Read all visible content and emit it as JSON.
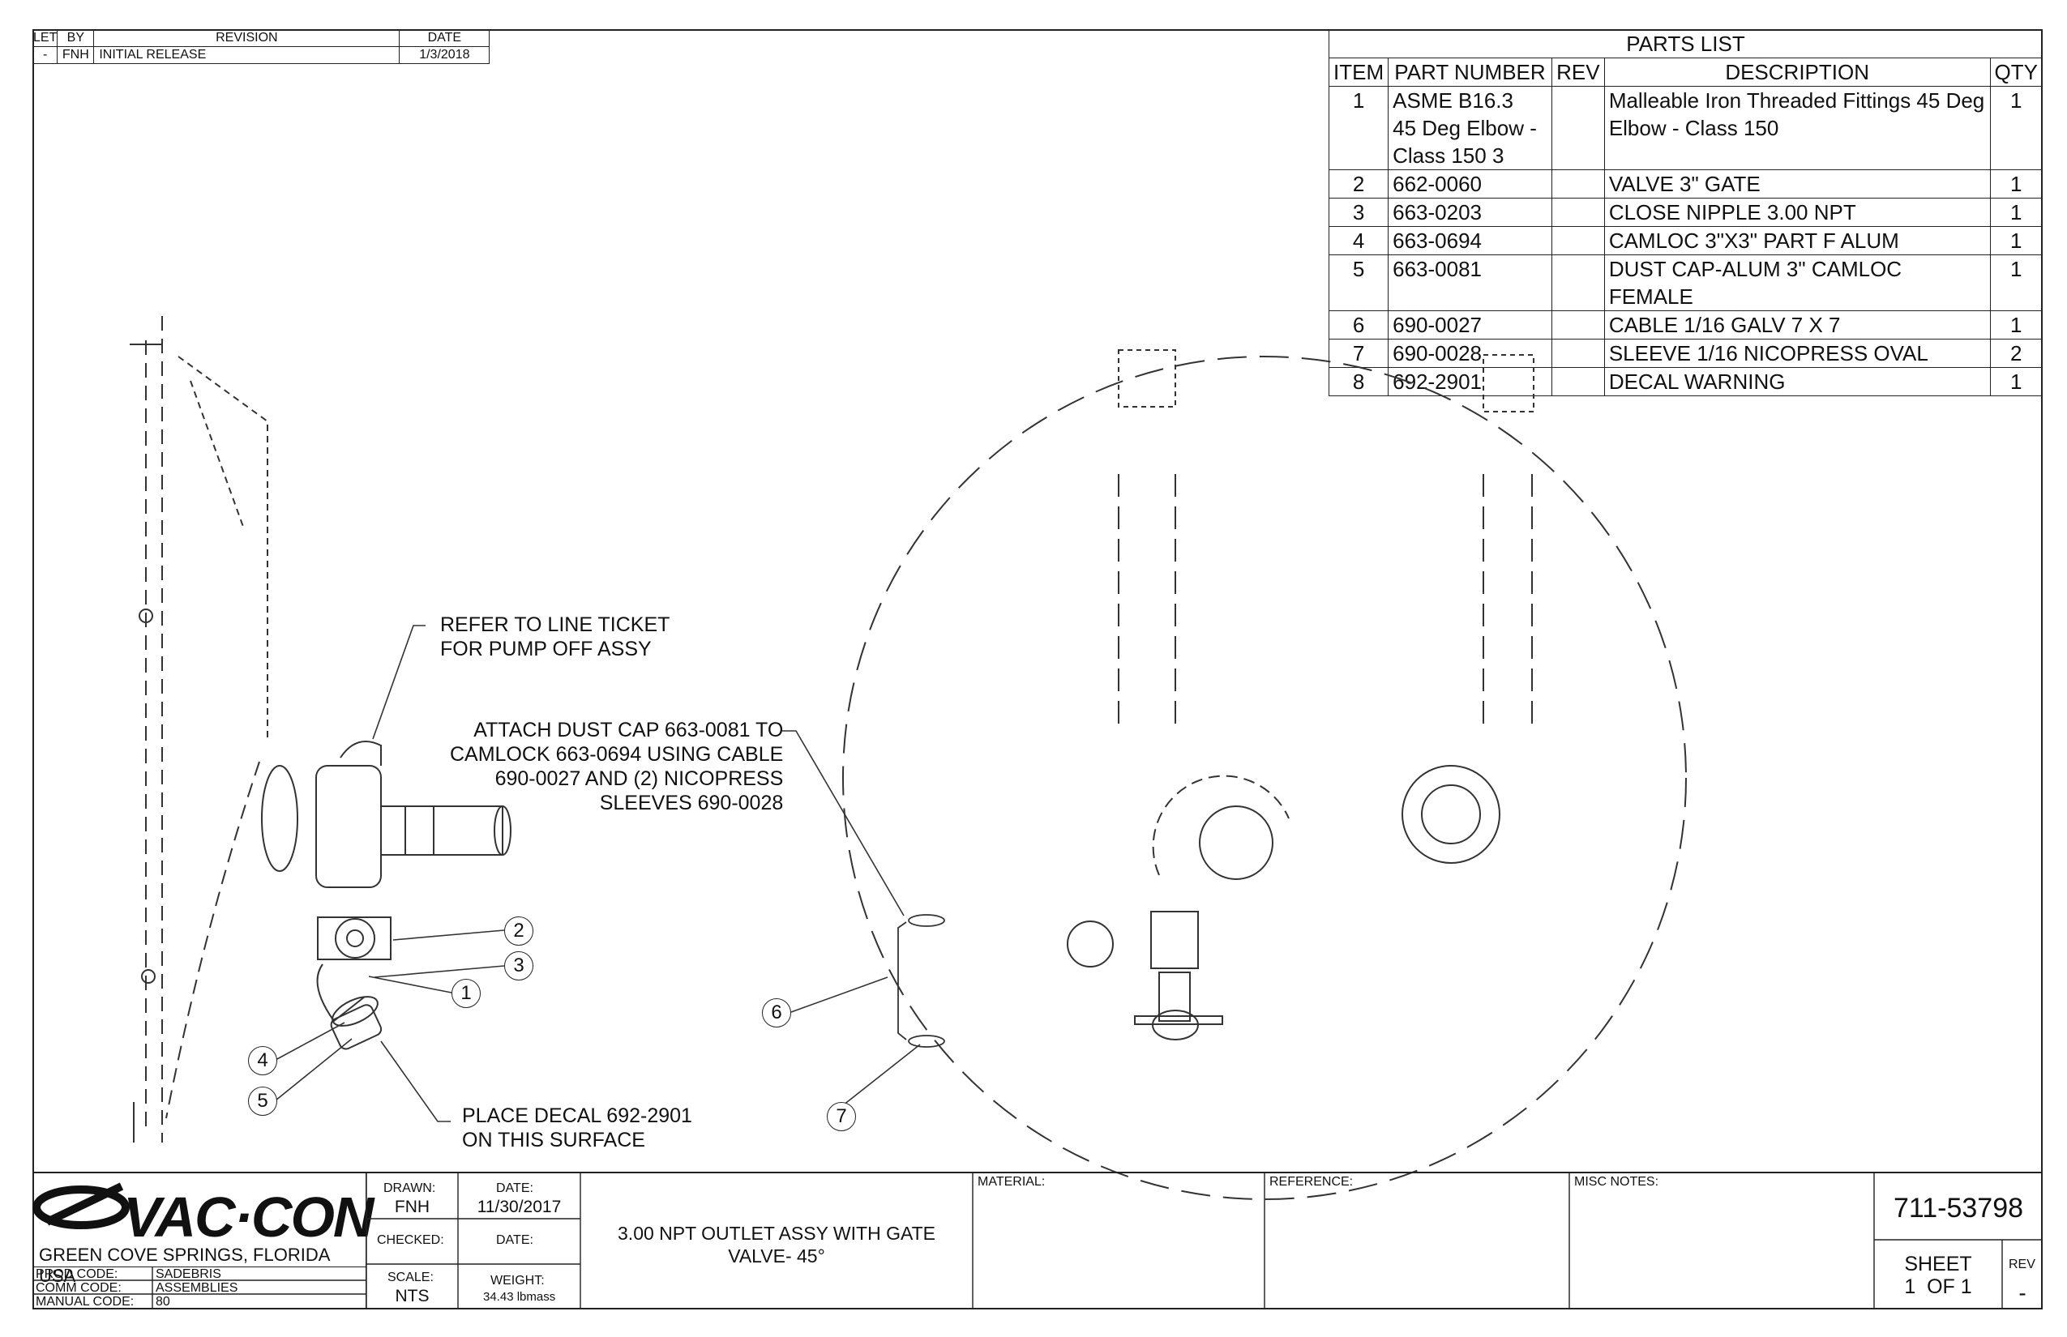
{
  "revision_block": {
    "headers": [
      "LET",
      "BY",
      "REVISION",
      "DATE"
    ],
    "rows": [
      [
        "-",
        "FNH",
        "INITIAL RELEASE",
        "1/3/2018"
      ]
    ]
  },
  "parts_list": {
    "title": "PARTS LIST",
    "headers": [
      "ITEM",
      "PART NUMBER",
      "REV",
      "DESCRIPTION",
      "QTY"
    ],
    "rows": [
      {
        "item": "1",
        "part": [
          "ASME B16.3",
          "45 Deg Elbow -",
          "Class 150 3"
        ],
        "rev": "",
        "desc": [
          "Malleable Iron Threaded Fittings 45 Deg",
          "Elbow - Class 150"
        ],
        "qty": "1"
      },
      {
        "item": "2",
        "part": [
          "662-0060"
        ],
        "rev": "",
        "desc": [
          "VALVE 3\" GATE"
        ],
        "qty": "1"
      },
      {
        "item": "3",
        "part": [
          "663-0203"
        ],
        "rev": "",
        "desc": [
          "CLOSE NIPPLE 3.00 NPT"
        ],
        "qty": "1"
      },
      {
        "item": "4",
        "part": [
          "663-0694"
        ],
        "rev": "",
        "desc": [
          "CAMLOC 3\"X3\" PART F ALUM"
        ],
        "qty": "1"
      },
      {
        "item": "5",
        "part": [
          "663-0081"
        ],
        "rev": "",
        "desc": [
          "DUST CAP-ALUM 3\" CAMLOC FEMALE"
        ],
        "qty": "1"
      },
      {
        "item": "6",
        "part": [
          "690-0027"
        ],
        "rev": "",
        "desc": [
          "CABLE 1/16 GALV 7 X 7"
        ],
        "qty": "1"
      },
      {
        "item": "7",
        "part": [
          "690-0028"
        ],
        "rev": "",
        "desc": [
          "SLEEVE 1/16 NICOPRESS OVAL"
        ],
        "qty": "2"
      },
      {
        "item": "8",
        "part": [
          "692-2901"
        ],
        "rev": "",
        "desc": [
          "DECAL WARNING"
        ],
        "qty": "1"
      }
    ]
  },
  "notes": {
    "line_ticket": [
      "REFER TO LINE TICKET",
      "FOR PUMP OFF ASSY"
    ],
    "dust_cap": [
      "ATTACH DUST CAP 663-0081 TO",
      "CAMLOCK 663-0694 USING CABLE",
      "690-0027 AND (2) NICOPRESS",
      "SLEEVES 690-0028"
    ],
    "decal": [
      "PLACE DECAL 692-2901",
      "ON THIS SURFACE"
    ]
  },
  "balloons": [
    "1",
    "2",
    "3",
    "4",
    "5",
    "6",
    "7"
  ],
  "title_block": {
    "company_location": "GREEN COVE SPRINGS, FLORIDA USA",
    "logo_text": "VAC·CON",
    "prod_code_label": "PROD CODE:",
    "prod_code": "SADEBRIS",
    "comm_code_label": "COMM CODE:",
    "comm_code": "ASSEMBLIES",
    "manual_code_label": "MANUAL CODE:",
    "manual_code": "80",
    "drawn_label": "DRAWN:",
    "drawn": "FNH",
    "date_label": "DATE:",
    "date": "11/30/2017",
    "checked_label": "CHECKED:",
    "checked_date_label": "DATE:",
    "scale_label": "SCALE:",
    "scale": "NTS",
    "weight_label": "WEIGHT:",
    "weight": "34.43 lbmass",
    "title": [
      "3.00 NPT OUTLET ASSY WITH GATE",
      "VALVE- 45°"
    ],
    "material_label": "MATERIAL:",
    "reference_label": "REFERENCE:",
    "misc_notes_label": "MISC NOTES:",
    "drawing_number": "711-53798",
    "sheet_label": "SHEET",
    "sheet": "1  OF 1",
    "rev_label": "REV",
    "rev": "-"
  }
}
